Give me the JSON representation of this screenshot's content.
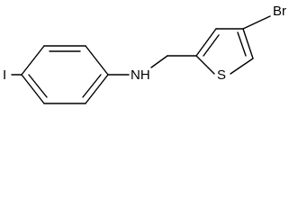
{
  "molecule": {
    "atoms": {
      "iodine": "I",
      "amine": "NH",
      "sulfur": "S",
      "bromine": "Br"
    }
  },
  "colors": {
    "bond": "#000000",
    "text": "#000000",
    "background": "#ffffff"
  }
}
